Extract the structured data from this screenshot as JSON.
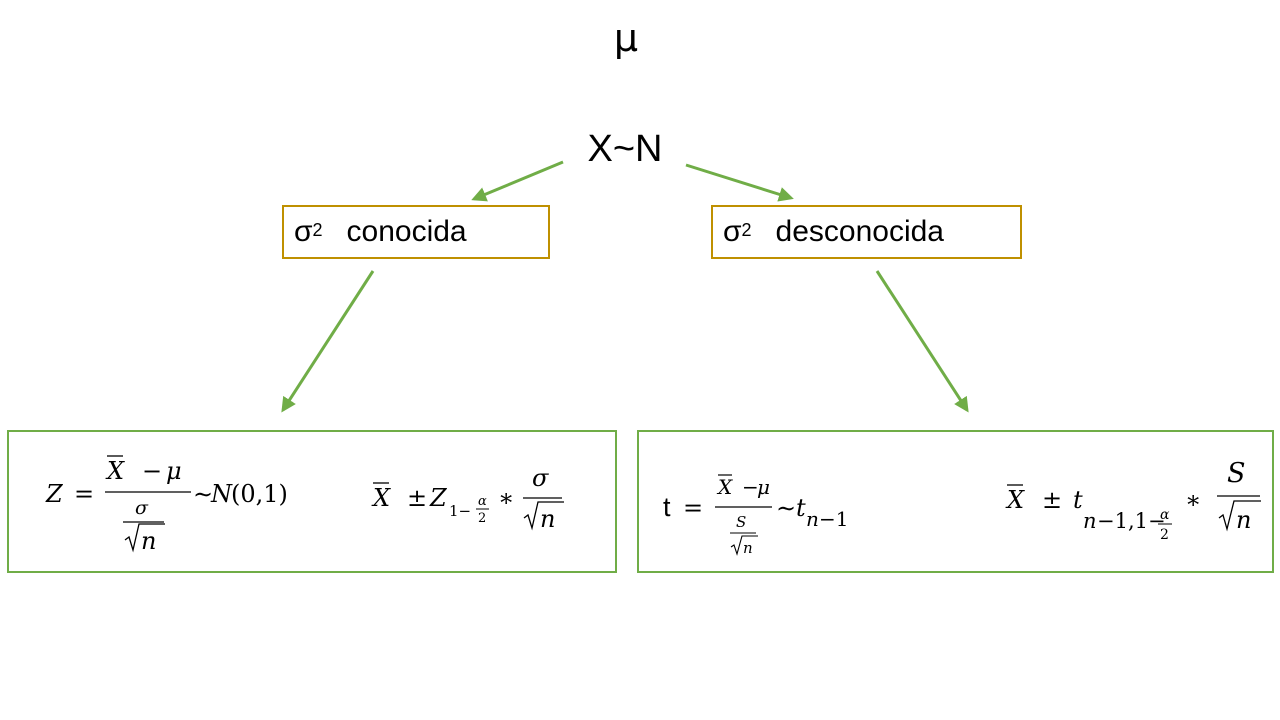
{
  "top_label": "μ",
  "root_label": "X~N",
  "branches": {
    "left": {
      "symbol": "σ",
      "exponent": "2",
      "label": "conocida"
    },
    "right": {
      "symbol": "σ",
      "exponent": "2",
      "label": "desconocida"
    }
  },
  "colors": {
    "arrow": "#70ad47",
    "case_border": "#bf9000",
    "formula_border": "#70ad47"
  }
}
